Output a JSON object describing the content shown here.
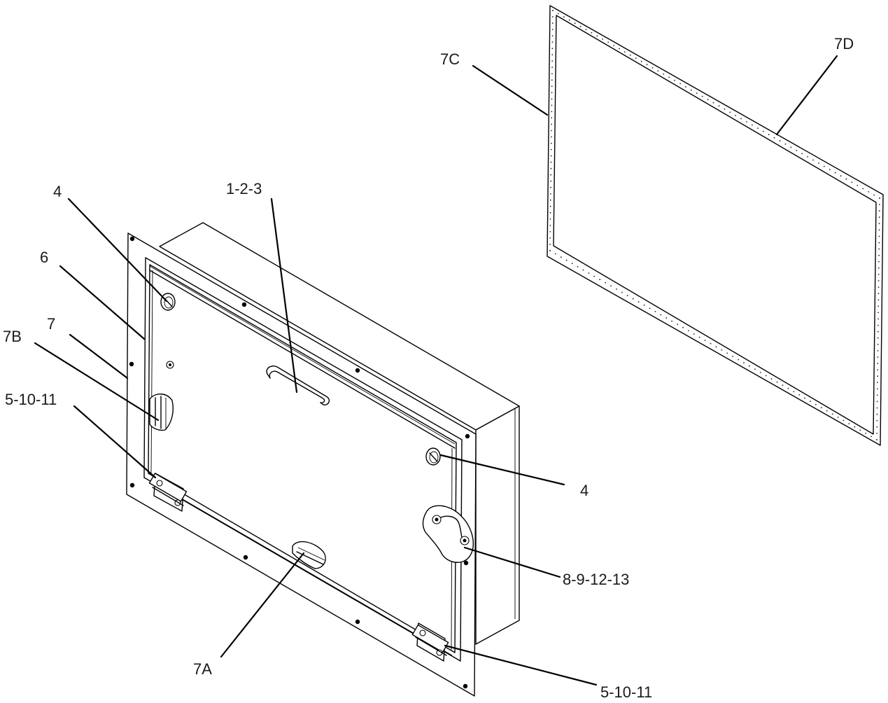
{
  "callouts": {
    "c_7c": "7C",
    "c_7d": "7D",
    "c_4_top": "4",
    "c_123": "1-2-3",
    "c_6": "6",
    "c_7": "7",
    "c_7b": "7B",
    "c_51011_top": "5-10-11",
    "c_4_right": "4",
    "c_891213": "8-9-12-13",
    "c_7a": "7A",
    "c_51011_bottom": "5-10-11"
  },
  "colors": {
    "line": "#000000",
    "text": "#1a1a1a",
    "background": "#ffffff"
  }
}
